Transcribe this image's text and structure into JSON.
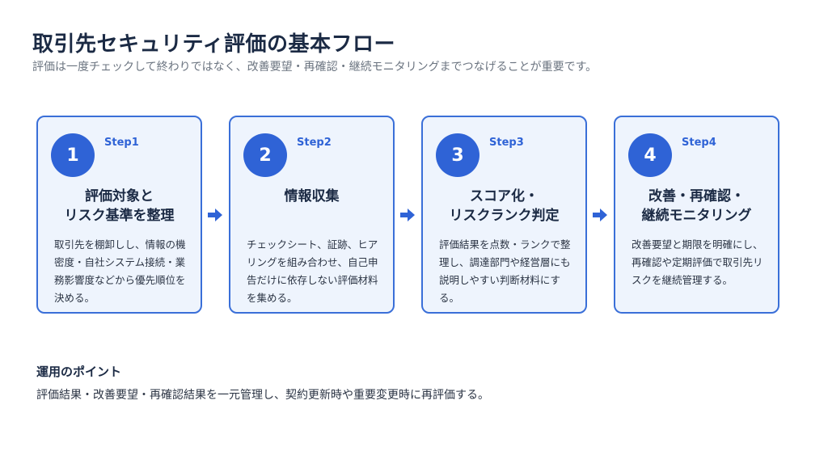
{
  "header": {
    "title": "取引先セキュリティ評価の基本フロー",
    "subtitle": "評価は一度チェックして終わりではなく、改善要望・再確認・継続モニタリングまでつなげることが重要です。"
  },
  "steps": [
    {
      "number": "1",
      "step_label": "Step1",
      "heading": "評価対象と\nリスク基準を整理",
      "description": "取引先を棚卸しし、情報の機密度・自社システム接続・業務影響度などから優先順位を決める。"
    },
    {
      "number": "2",
      "step_label": "Step2",
      "heading": "情報収集",
      "description": "チェックシート、証跡、ヒアリングを組み合わせ、自己申告だけに依存しない評価材料を集める。"
    },
    {
      "number": "3",
      "step_label": "Step3",
      "heading": "スコア化・\nリスクランク判定",
      "description": "評価結果を点数・ランクで整理し、調達部門や経営層にも説明しやすい判断材料にする。"
    },
    {
      "number": "4",
      "step_label": "Step4",
      "heading": "改善・再確認・\n継続モニタリング",
      "description": "改善要望と期限を明確にし、再確認や定期評価で取引先リスクを継続管理する。"
    }
  ],
  "operations": {
    "title": "運用のポイント",
    "text": "評価結果・改善要望・再確認結果を一元管理し、契約更新時や重要変更時に再評価する。"
  },
  "colors": {
    "accent": "#2f63d6",
    "card_border": "#3a6fd8",
    "card_background": "#eef4fd"
  }
}
